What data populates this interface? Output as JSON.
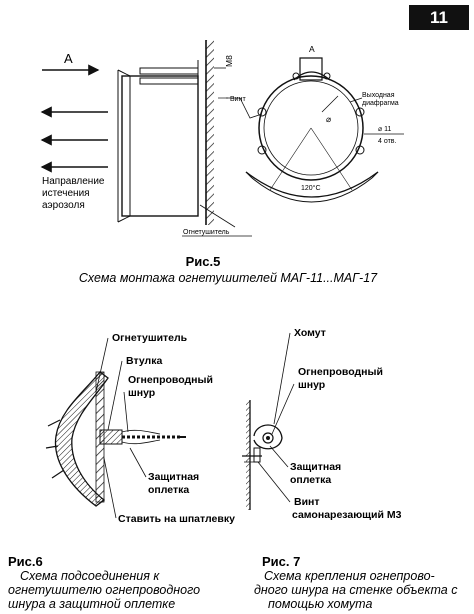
{
  "page_number": "11",
  "fig5": {
    "view_label": "А",
    "view_label_right": "А",
    "bolt_label": "М8",
    "screw_label": "Винт",
    "diaphragm_line1": "Выходная",
    "diaphragm_line2": "диафрагма",
    "hole_dim_line1": "⌀ 11",
    "hole_dim_line2": "4 отв.",
    "angle_label": "120°С",
    "diameter_symbol": "⌀",
    "flow_line1": "Направление",
    "flow_line2": "истечения",
    "flow_line3": "аэрозоля",
    "extinguisher_label": "Огнетушитель",
    "caption_title": "Рис.5",
    "caption_text": "Схема монтажа огнетушителей МАГ-11...МАГ-17"
  },
  "fig6": {
    "label_extinguisher": "Огнетушитель",
    "label_sleeve": "Втулка",
    "label_cord_line1": "Огнепроводный",
    "label_cord_line2": "шнур",
    "label_braid_line1": "Защитная",
    "label_braid_line2": "оплетка",
    "label_putty": "Ставить на шпатлевку",
    "caption_title": "Рис.6",
    "caption_line1": "Схема подсоединения к",
    "caption_line2": "огнетушителю  огнепроводного",
    "caption_line3": "шнура а защитной оплетке"
  },
  "fig7": {
    "label_clamp": "Хомут",
    "label_cord_line1": "Огнепроводный",
    "label_cord_line2": "шнур",
    "label_braid_line1": "Защитная",
    "label_braid_line2": "оплетка",
    "label_screw_line1": "Винт",
    "label_screw_line2": "самонарезающий М3",
    "caption_title": "Рис. 7",
    "caption_line1": "Схема крепления огнепрово-",
    "caption_line2": "дного шнура на стенке объекта с",
    "caption_line3": "помощью хомута"
  }
}
